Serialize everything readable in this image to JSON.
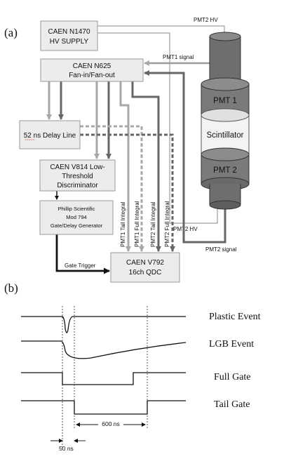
{
  "panel_a": {
    "label": "(a)",
    "boxes": {
      "hv_supply": {
        "line1": "CAEN  N1470",
        "line2": "HV SUPPLY"
      },
      "fanout": {
        "line1": "CAEN N625",
        "line2": "Fan-in/Fan-out"
      },
      "delay": {
        "line1": "52 ns Delay Line"
      },
      "discriminator": {
        "line1": "CAEN V814 Low-",
        "line2": "Threshold",
        "line3": "Discriminator"
      },
      "gate_gen": {
        "line1": "Phillip Scientific",
        "line2": "Mod 794",
        "line3": "Gate/Delay Generator"
      },
      "qdc": {
        "line1": "CAEN V792",
        "line2": "16ch QDC"
      }
    },
    "detector": {
      "pmt1": "PMT 1",
      "scintillator": "Scintillator",
      "pmt2": "PMT 2"
    },
    "wires": {
      "pmt2_hv_top": "PMT2 HV",
      "pmt1_signal": "PMT1 signal",
      "pmt2_hv_bottom": "PMT2 HV",
      "pmt2_signal": "PMT2 signal",
      "gate_trigger": "Gate Trigger"
    },
    "qdc_inputs": [
      "PMT1 Tail Integral",
      "PMT1 Full Integral",
      "PMT2 Tail Integral",
      "PMT2 Full Integral"
    ]
  },
  "panel_b": {
    "label": "(b)",
    "traces": [
      "Plastic Event",
      "LGB Event",
      "Full Gate",
      "Tail Gate"
    ],
    "dim_600": "600 ns",
    "dim_50": "50 ns"
  }
}
